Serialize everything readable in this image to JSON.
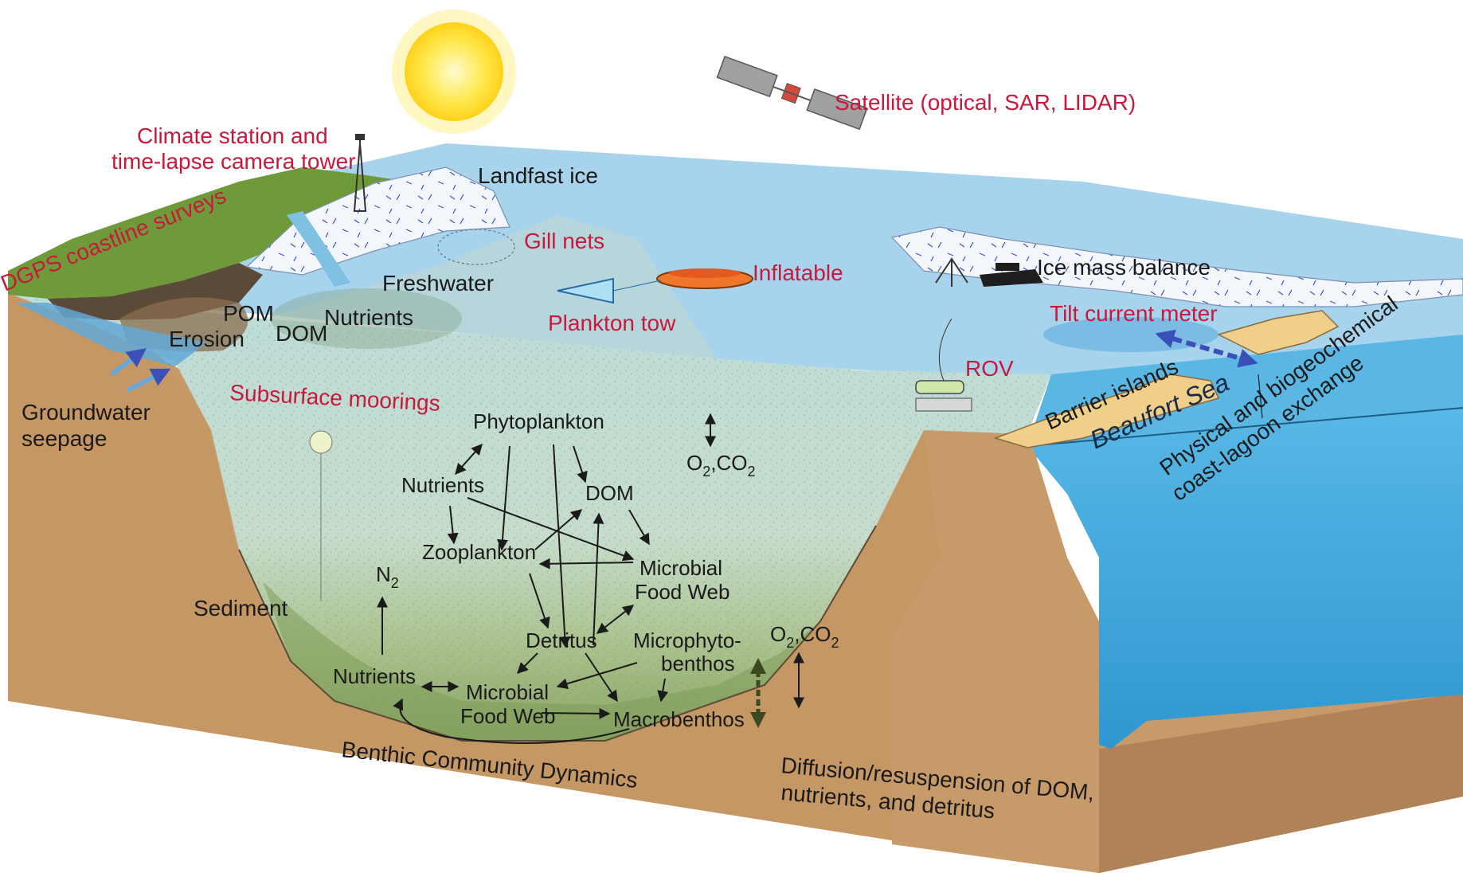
{
  "labels": {
    "sun": "",
    "satellite": "Satellite (optical, SAR, LIDAR)",
    "climate_line1": "Climate station and",
    "climate_line2": "time-lapse camera tower",
    "dgps": "DGPS coastline surveys",
    "landfast_ice": "Landfast ice",
    "gill_nets": "Gill nets",
    "freshwater": "Freshwater",
    "inflatable": "Inflatable",
    "ice_mass_balance": "Ice mass balance",
    "plankton_tow": "Plankton tow",
    "tilt_current_meter": "Tilt current meter",
    "pom": "POM",
    "erosion": "Erosion",
    "dom_coast": "DOM",
    "nutrients_coast": "Nutrients",
    "rov": "ROV",
    "groundwater_line1": "Groundwater",
    "groundwater_line2": "seepage",
    "subsurface_moorings": "Subsurface moorings",
    "barrier_islands": "Barrier islands",
    "beaufort_sea": "Beaufort Sea",
    "exchange_line1": "Physical and biogeochemical",
    "exchange_line2": "coast-lagoon exchange",
    "sediment": "Sediment",
    "benthic": "Benthic Community Dynamics",
    "diffusion_line1": "Diffusion/resuspension of DOM,",
    "diffusion_line2": "nutrients, and detritus"
  },
  "food_web": {
    "phytoplankton": "Phytoplankton",
    "nutrients_water": "Nutrients",
    "dom_water": "DOM",
    "zooplankton": "Zooplankton",
    "microbial_water_line1": "Microbial",
    "microbial_water_line2": "Food Web",
    "detritus": "Detritus",
    "microphyto_line1": "Microphyto-",
    "microphyto_line2": "benthos",
    "n2": "N",
    "n2_sub": "2",
    "nutrients_benthic": "Nutrients",
    "microbial_benthic_line1": "Microbial",
    "microbial_benthic_line2": "Food Web",
    "macrobenthos": "Macrobenthos",
    "gas_o2": "O",
    "gas_o2_sub": "2",
    "gas_co2": ",CO",
    "gas_co2_sub": "2"
  },
  "colors": {
    "ocean_top": "#9fd0ea",
    "ocean_side": "#3ea8dc",
    "sediment": "#c79a6a",
    "sediment_dark": "#b08257",
    "lagoon_water": "#b9d9d2",
    "benthic_green": "#8aa86a",
    "tundra_green": "#6f9a3a",
    "ice": "#f3f6fb",
    "barrier_sand": "#efcf8a",
    "red_label": "#c8193c",
    "sun": "#ffe34a",
    "inflatable": "#f0772a"
  }
}
